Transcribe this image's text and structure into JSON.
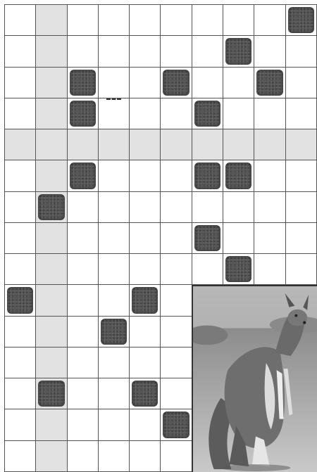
{
  "board": {
    "columns": 10,
    "rows": 15,
    "shaded_column": 2,
    "shaded_row": 5,
    "blocks": [
      [
        1,
        10
      ],
      [
        2,
        8
      ],
      [
        3,
        3
      ],
      [
        3,
        6
      ],
      [
        3,
        9
      ],
      [
        4,
        3
      ],
      [
        4,
        7
      ],
      [
        6,
        3
      ],
      [
        6,
        7
      ],
      [
        6,
        8
      ],
      [
        7,
        2
      ],
      [
        8,
        7
      ],
      [
        9,
        8
      ],
      [
        10,
        1
      ],
      [
        10,
        5
      ],
      [
        11,
        4
      ],
      [
        13,
        2
      ],
      [
        13,
        5
      ],
      [
        14,
        6
      ]
    ],
    "hint": {
      "row": 4,
      "col": 4
    }
  },
  "photo": {
    "subject": "kangaroo"
  },
  "colors": {
    "grid_line": "#555555",
    "shade": "#e2e2e2",
    "block": "#555555"
  }
}
